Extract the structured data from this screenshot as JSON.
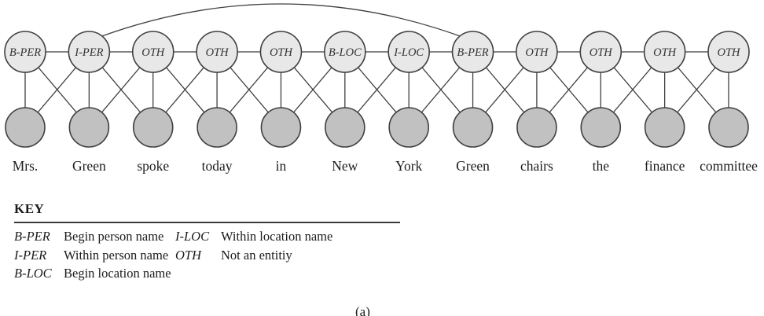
{
  "diagram": {
    "nodes": [
      {
        "label": "B-PER",
        "word": "Mrs."
      },
      {
        "label": "I-PER",
        "word": "Green"
      },
      {
        "label": "OTH",
        "word": "spoke"
      },
      {
        "label": "OTH",
        "word": "today"
      },
      {
        "label": "OTH",
        "word": "in"
      },
      {
        "label": "B-LOC",
        "word": "New"
      },
      {
        "label": "I-LOC",
        "word": "York"
      },
      {
        "label": "B-PER",
        "word": "Green"
      },
      {
        "label": "OTH",
        "word": "chairs"
      },
      {
        "label": "OTH",
        "word": "the"
      },
      {
        "label": "OTH",
        "word": "finance"
      },
      {
        "label": "OTH",
        "word": "committee"
      }
    ],
    "skip_edge": {
      "from": 1,
      "to": 7
    },
    "colors": {
      "label_node_fill": "#e8e8e8",
      "observation_node_fill": "#c1c1c1",
      "stroke": "#3f3f3f"
    }
  },
  "key": {
    "title": "KEY",
    "entries_left": [
      {
        "label": "B-PER",
        "desc": "Begin person name"
      },
      {
        "label": "I-PER",
        "desc": "Within person name"
      },
      {
        "label": "B-LOC",
        "desc": "Begin location name"
      }
    ],
    "entries_right": [
      {
        "label": "I-LOC",
        "desc": "Within location name"
      },
      {
        "label": "OTH",
        "desc": "Not an entitiy"
      }
    ]
  },
  "caption": "(a)"
}
